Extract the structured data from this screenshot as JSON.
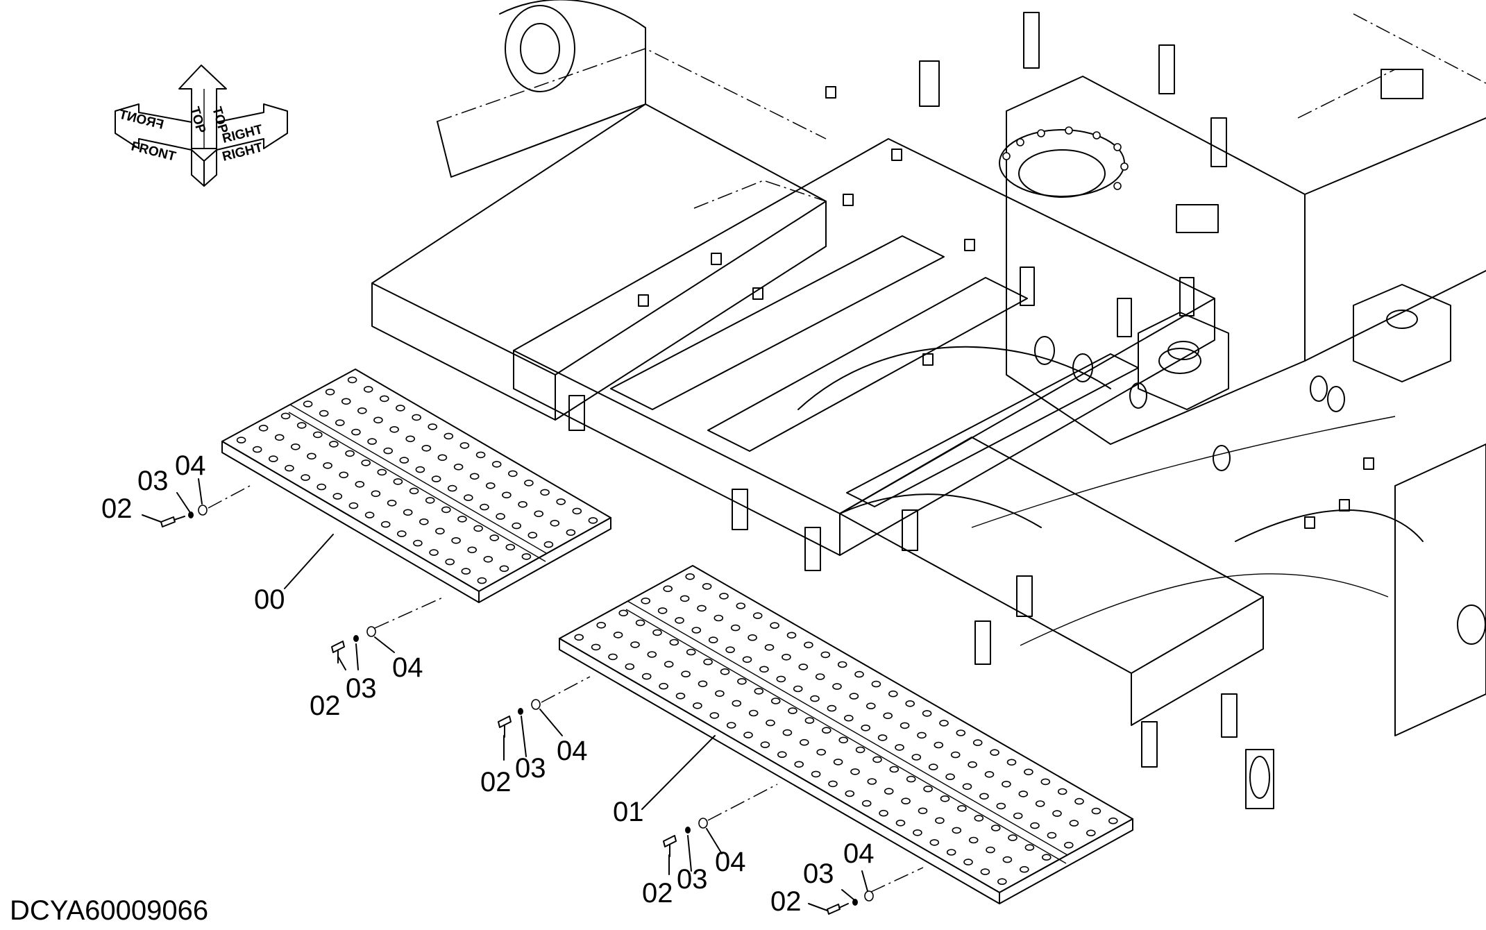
{
  "drawing_code": "DCYA60009066",
  "orientation_arrows": {
    "front": "FRONT",
    "top": "TOP",
    "right": "RIGHT"
  },
  "callouts": {
    "step_rear": "00",
    "step_front": "01",
    "bolt": "02",
    "lock_washer": "03",
    "washer": "04"
  }
}
